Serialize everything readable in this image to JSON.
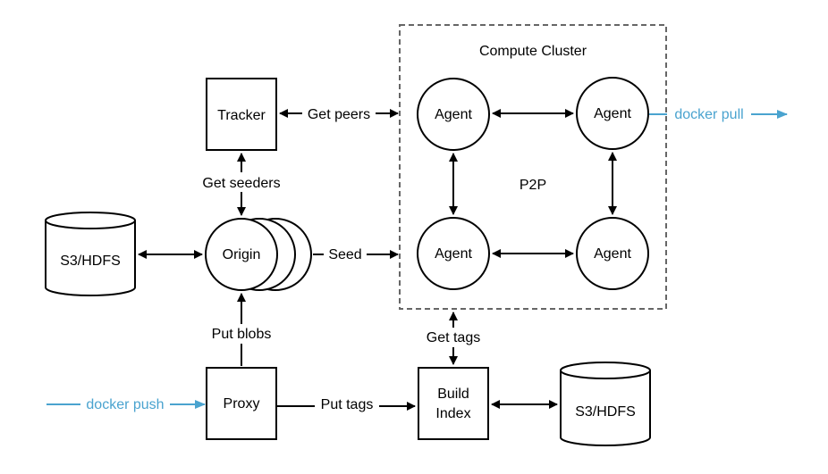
{
  "cluster": {
    "label": "Compute Cluster",
    "p2p_label": "P2P"
  },
  "nodes": {
    "tracker": "Tracker",
    "origin": "Origin",
    "agent_top_left": "Agent",
    "agent_top_right": "Agent",
    "agent_bottom_left": "Agent",
    "agent_bottom_right": "Agent",
    "proxy": "Proxy",
    "build_index_line1": "Build",
    "build_index_line2": "Index",
    "storage_left": "S3/HDFS",
    "storage_right": "S3/HDFS"
  },
  "edges": {
    "get_peers": "Get peers",
    "get_seeders": "Get seeders",
    "seed": "Seed",
    "put_blobs": "Put blobs",
    "get_tags": "Get tags",
    "put_tags": "Put tags",
    "docker_pull": "docker pull",
    "docker_push": "docker push"
  },
  "colors": {
    "external_flow": "#4aa3cf",
    "stroke": "#000000",
    "cluster_border": "#666666"
  }
}
